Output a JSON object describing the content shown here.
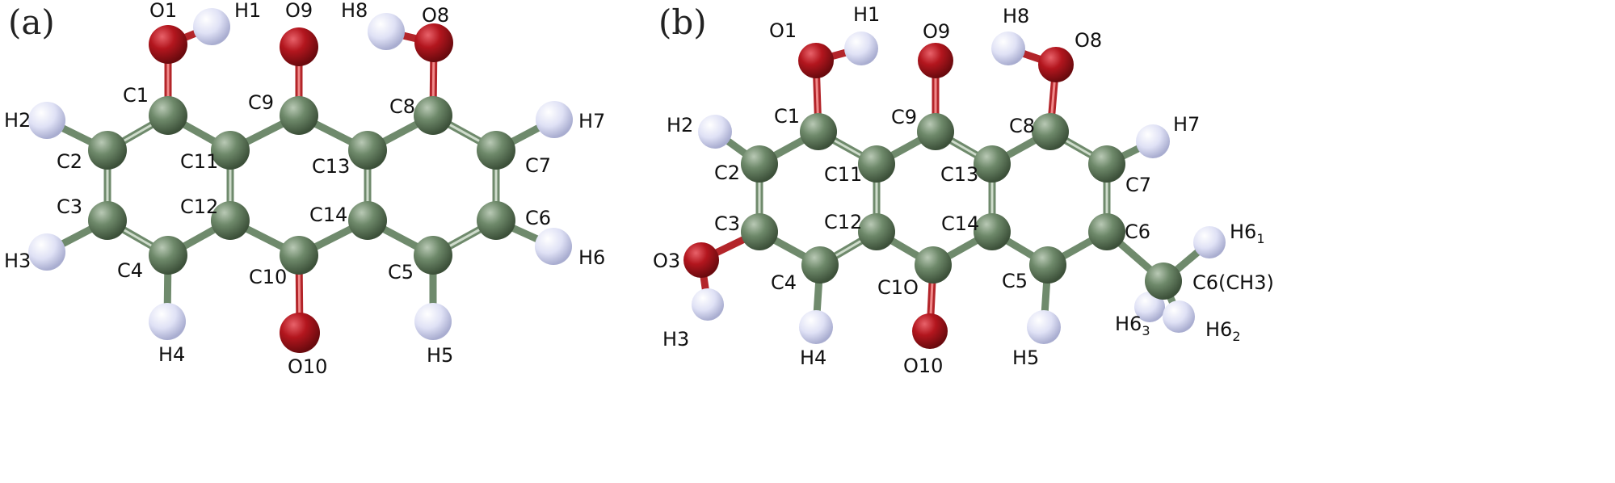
{
  "panels": [
    {
      "label": "(a)",
      "atoms": {
        "O1": "O1",
        "H1": "H1",
        "O9": "O9",
        "H8": "H8",
        "O8": "O8",
        "C1": "C1",
        "C9": "C9",
        "C8": "C8",
        "H2": "H2",
        "H7": "H7",
        "C2": "C2",
        "C11": "C11",
        "C13": "C13",
        "C7": "C7",
        "C3": "C3",
        "C12": "C12",
        "C14": "C14",
        "C6": "C6",
        "H3": "H3",
        "C4": "C4",
        "C10": "C10",
        "C5": "C5",
        "H6": "H6",
        "H4": "H4",
        "O10": "O10",
        "H5": "H5"
      }
    },
    {
      "label": "(b)",
      "atoms": {
        "O1": "O1",
        "H1": "H1",
        "O9": "O9",
        "H8": "H8",
        "O8": "O8",
        "C1": "C1",
        "C9": "C9",
        "C8": "C8",
        "H2": "H2",
        "H7": "H7",
        "C2": "C2",
        "C11": "C11",
        "C13": "C13",
        "C7": "C7",
        "C3": "C3",
        "C12": "C12",
        "C14": "C14",
        "C6": "C6",
        "O3": "O3",
        "C4": "C4",
        "C10": "C1O",
        "C5": "C5",
        "H3": "H3",
        "H4": "H4",
        "O10": "O10",
        "H5": "H5",
        "H6_1": "H6",
        "H6_1_sub": "1",
        "CH3": "C6(CH3)",
        "H6_3": "H6",
        "H6_3_sub": "3",
        "H6_2": "H6",
        "H6_2_sub": "2"
      }
    }
  ],
  "colors": {
    "carbon": "#5f7a5c",
    "oxygen": "#a8141b",
    "hydrogen": "#d9dcf2",
    "background": "#ffffff"
  }
}
